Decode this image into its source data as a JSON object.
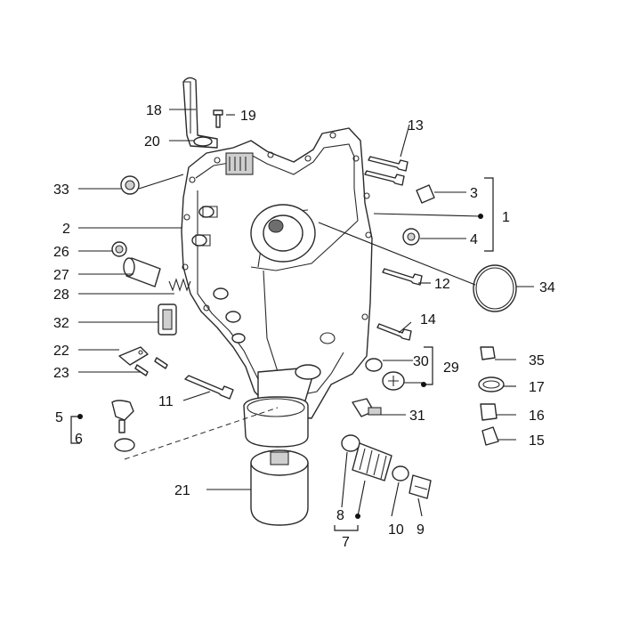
{
  "callouts": [
    {
      "id": "1",
      "text": "1"
    },
    {
      "id": "2",
      "text": "2"
    },
    {
      "id": "3",
      "text": "3"
    },
    {
      "id": "4",
      "text": "4"
    },
    {
      "id": "5",
      "text": "5"
    },
    {
      "id": "6",
      "text": "6"
    },
    {
      "id": "7",
      "text": "7"
    },
    {
      "id": "8",
      "text": "8"
    },
    {
      "id": "9",
      "text": "9"
    },
    {
      "id": "10",
      "text": "10"
    },
    {
      "id": "11",
      "text": "11"
    },
    {
      "id": "12",
      "text": "12"
    },
    {
      "id": "13",
      "text": "13"
    },
    {
      "id": "14",
      "text": "14"
    },
    {
      "id": "15",
      "text": "15"
    },
    {
      "id": "16",
      "text": "16"
    },
    {
      "id": "17",
      "text": "17"
    },
    {
      "id": "18",
      "text": "18"
    },
    {
      "id": "19",
      "text": "19"
    },
    {
      "id": "20",
      "text": "20"
    },
    {
      "id": "21",
      "text": "21"
    },
    {
      "id": "22",
      "text": "22"
    },
    {
      "id": "23",
      "text": "23"
    },
    {
      "id": "26",
      "text": "26"
    },
    {
      "id": "27",
      "text": "27"
    },
    {
      "id": "28",
      "text": "28"
    },
    {
      "id": "29",
      "text": "29"
    },
    {
      "id": "30",
      "text": "30"
    },
    {
      "id": "31",
      "text": "31"
    },
    {
      "id": "32",
      "text": "32"
    },
    {
      "id": "33",
      "text": "33"
    },
    {
      "id": "34",
      "text": "34"
    },
    {
      "id": "35",
      "text": "35"
    }
  ]
}
